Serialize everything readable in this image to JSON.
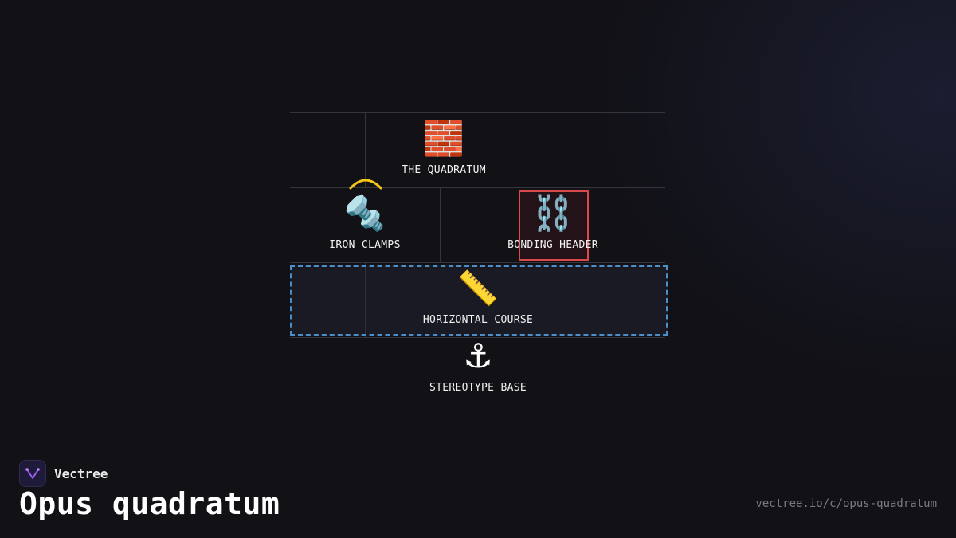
{
  "diagram": {
    "nodes": [
      {
        "id": "quadratum",
        "icon": "brick-icon",
        "glyph": "🧱",
        "label": "THE QUADRATUM"
      },
      {
        "id": "iron-clamps",
        "icon": "nut-and-bolt-icon",
        "glyph": "🔩",
        "label": "IRON CLAMPS"
      },
      {
        "id": "bonding-header",
        "icon": "chain-icon",
        "glyph": "⛓️",
        "label": "BONDING HEADER"
      },
      {
        "id": "horizontal-course",
        "icon": "ruler-icon",
        "glyph": "📏",
        "label": "HORIZONTAL COURSE"
      },
      {
        "id": "stereotype-base",
        "icon": "anchor-icon",
        "glyph": "⚓",
        "label": "STEREOTYPE BASE"
      }
    ],
    "colors": {
      "highlight": "#d84a4a",
      "selection": "#4c8fc8",
      "arc": "#f5c518",
      "grid": "#34343c"
    }
  },
  "brand": {
    "name": "Vectree",
    "logo_icon": "vectree-logo-icon"
  },
  "title": "Opus quadratum",
  "url": "vectree.io/c/opus-quadratum"
}
